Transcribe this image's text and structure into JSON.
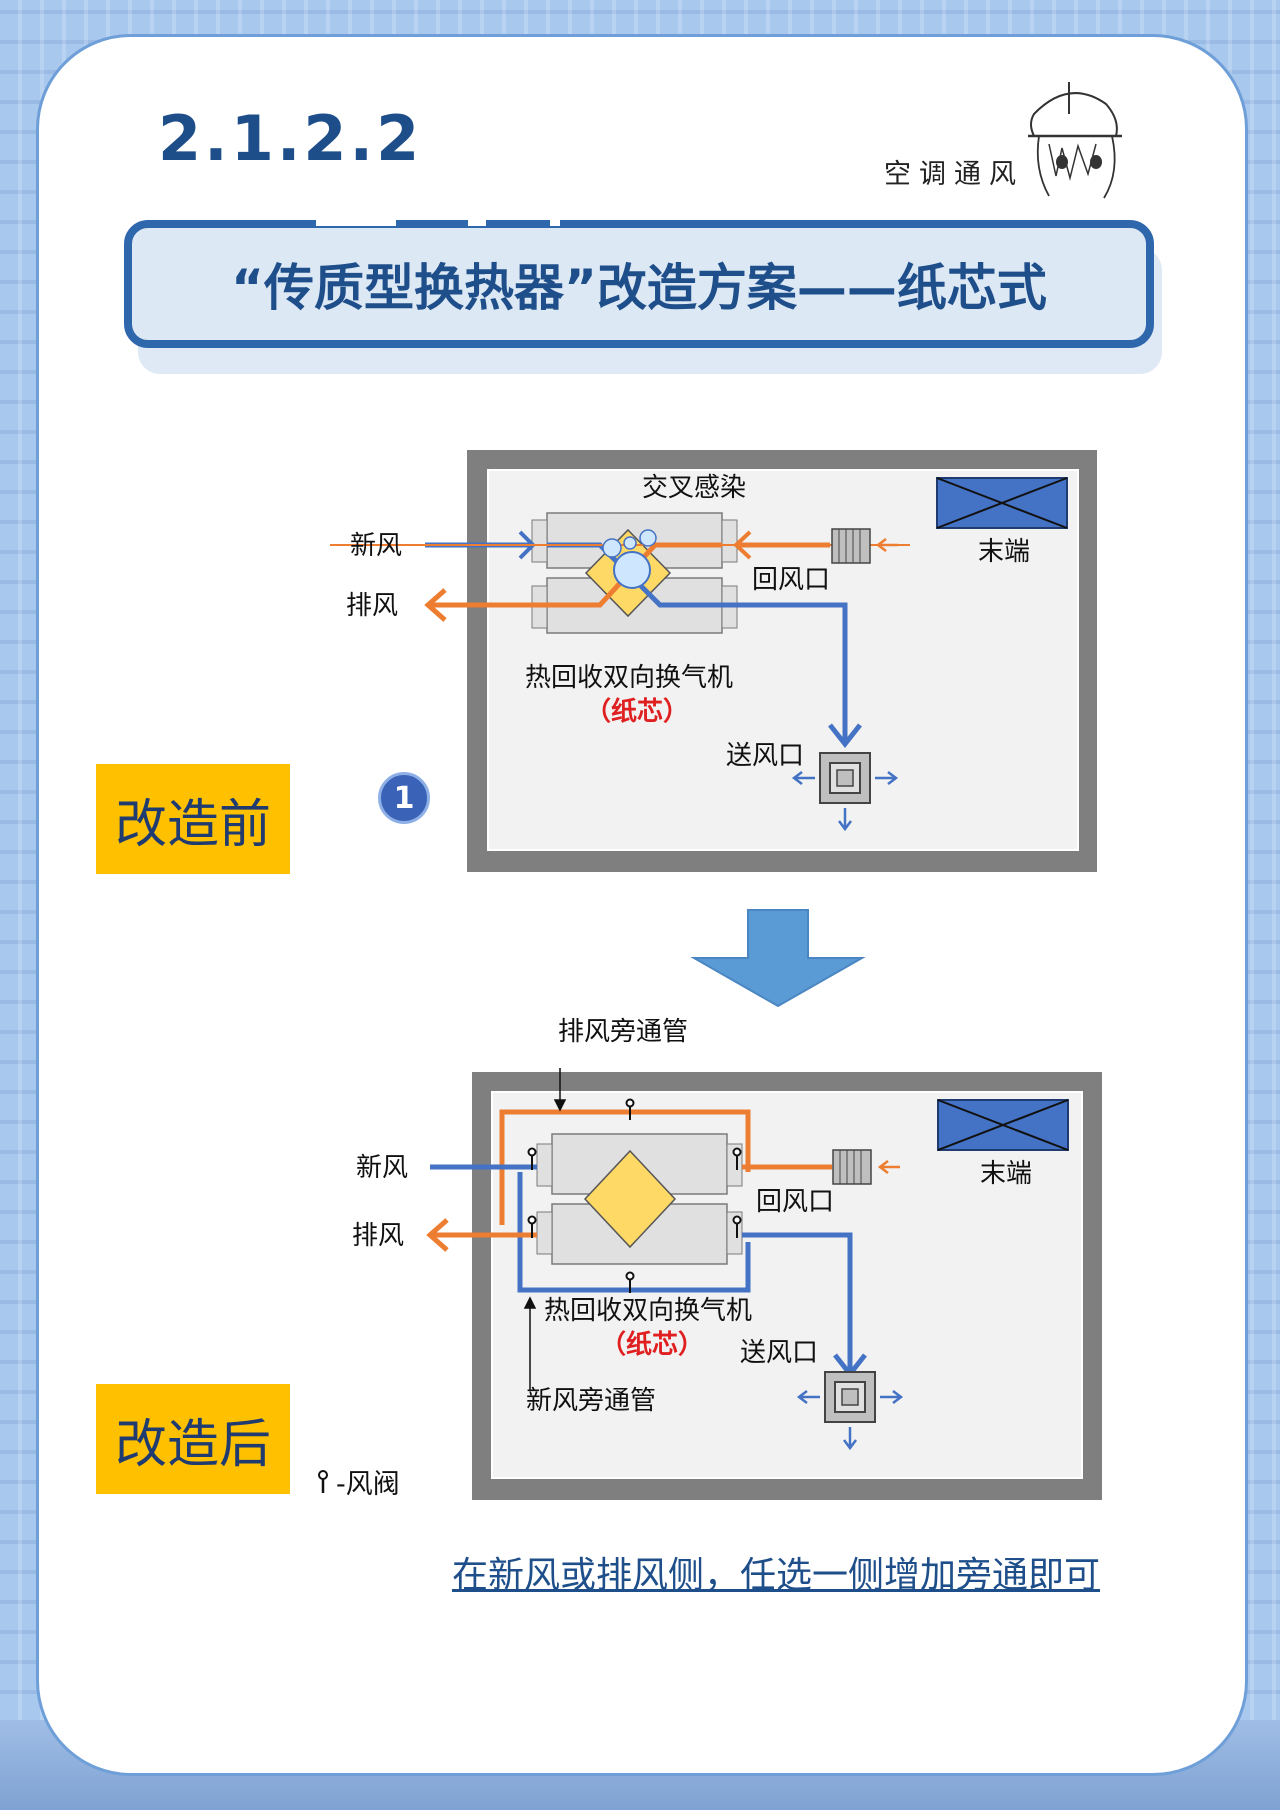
{
  "section_number": "2.1.2.2",
  "logo_text": "空调通风",
  "title": "“传质型换热器”改造方案——纸芯式",
  "tags": {
    "before": "改造前",
    "after": "改造后"
  },
  "step_number": "1",
  "diagram_before": {
    "top_label": "交叉感染",
    "fresh_air": "新风",
    "exhaust_air": "排风",
    "return_vent": "回风口",
    "terminal": "末端",
    "unit_name": "热回收双向换气机",
    "unit_core": "（纸芯）",
    "supply_vent": "送风口"
  },
  "diagram_after": {
    "exhaust_bypass": "排风旁通管",
    "fresh_air": "新风",
    "exhaust_air": "排风",
    "return_vent": "回风口",
    "terminal": "末端",
    "unit_name": "热回收双向换气机",
    "unit_core": "（纸芯）",
    "supply_vent": "送风口",
    "fresh_bypass": "新风旁通管"
  },
  "legend": {
    "symbol_label": "-风阀"
  },
  "footnote": "在新风或排风侧，任选一侧增加旁通即可",
  "colors": {
    "blue_duct": "#4472c4",
    "orange_duct": "#ed7d31",
    "title_blue": "#1f4f8a",
    "tag_yellow": "#ffc000"
  }
}
